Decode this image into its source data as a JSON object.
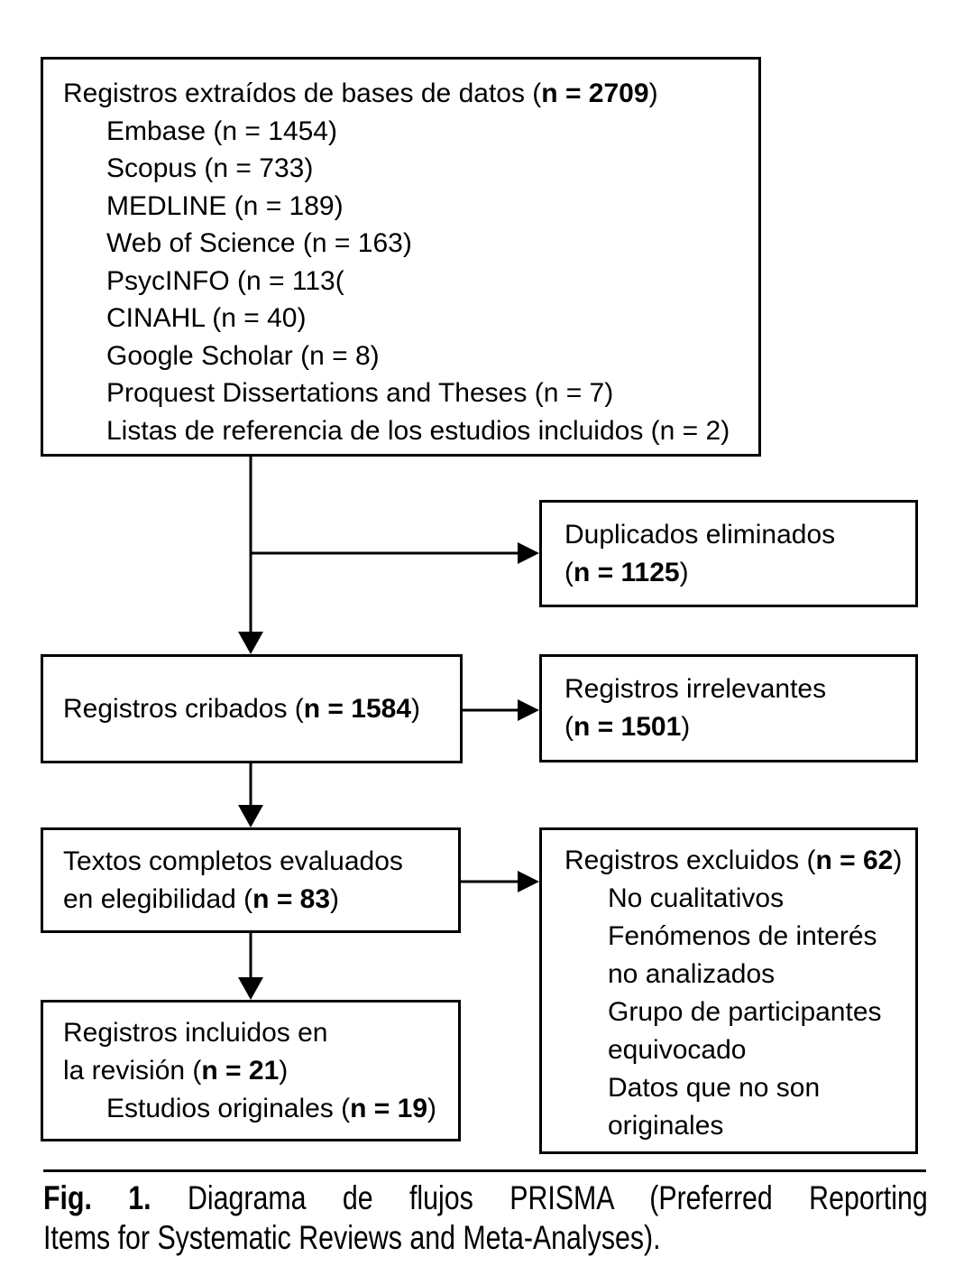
{
  "colors": {
    "text": "#000000",
    "box_border": "#000000",
    "background": "#ffffff"
  },
  "flow": {
    "identified": {
      "title_pre": "Registros extraídos de bases de datos (",
      "title_bold": "n = 2709",
      "title_post": ")",
      "items": [
        "Embase (n = 1454)",
        "Scopus (n = 733)",
        "MEDLINE (n = 189)",
        "Web of Science (n = 163)",
        "PsycINFO (n = 113(",
        "CINAHL (n = 40)",
        "Google Scholar (n = 8)",
        "Proquest Dissertations and Theses (n = 7)",
        "Listas de referencia de los estudios incluidos (n = 2)"
      ]
    },
    "duplicates": {
      "line1": "Duplicados eliminados",
      "n_pre": "(",
      "n_bold": "n = 1125",
      "n_post": ")"
    },
    "screened": {
      "pre": "Registros cribados (",
      "bold": "n = 1584",
      "post": ")"
    },
    "irrelevant": {
      "line1": "Registros irrelevantes",
      "n_pre": "(",
      "n_bold": "n = 1501",
      "n_post": ")"
    },
    "fulltext": {
      "line1": "Textos completos evaluados",
      "line2_pre": "en elegibilidad (",
      "line2_bold": "n = 83",
      "line2_post": ")"
    },
    "excluded": {
      "title_pre": "Registros excluidos (",
      "title_bold": "n = 62",
      "title_post": ")",
      "items": [
        "No cualitativos",
        "Fenómenos de interés",
        "no analizados",
        "Grupo de participantes",
        "equivocado",
        "Datos que no son",
        "originales"
      ]
    },
    "included": {
      "line1": "Registros incluidos en",
      "line2_pre": "la revisión (",
      "line2_bold": "n = 21",
      "line2_post": ")",
      "line3_pre": "Estudios originales (",
      "line3_bold": "n = 19",
      "line3_post": ")"
    }
  },
  "caption": {
    "fig_label": "Fig. 1.",
    "line1": "Diagrama de flujos PRISMA (Preferred Reporting",
    "line2": "Items for Systematic Reviews and Meta-Analyses)."
  }
}
